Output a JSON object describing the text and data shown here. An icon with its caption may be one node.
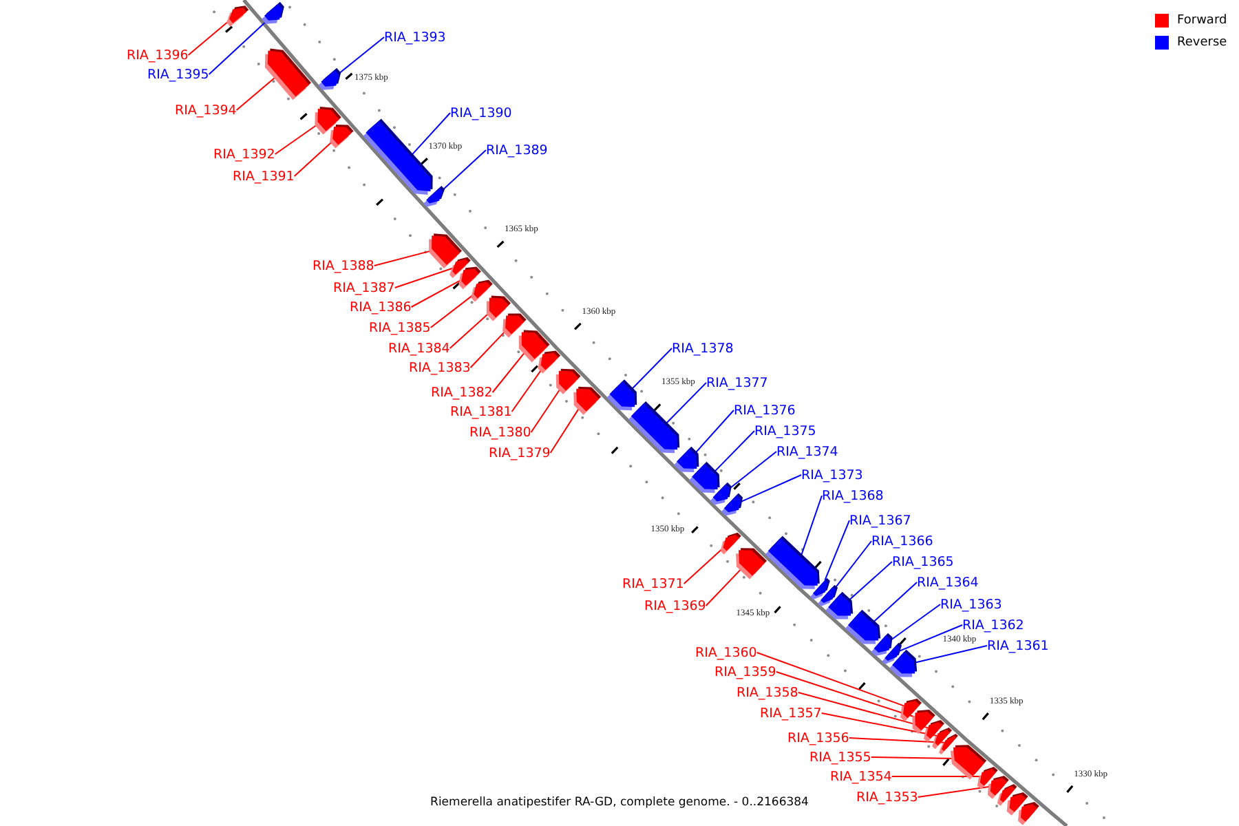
{
  "diagram": {
    "caption": "Riemerella anatipestifer RA-GD, complete genome. - 0..2166384",
    "nodes": [
      {
        "text": [
          "RIA_1396"
        ]
      },
      {
        "text": [],
        "shape": "bar"
      },
      {
        "text": [
          "RIA_1395"
        ]
      },
      {
        "text": [],
        "shape": "bar"
      },
      {
        "text": [
          "RIA_1394"
        ]
      },
      {
        "text": [],
        "shape": "bar"
      },
      {
        "text": [
          "RIA_1393"
        ]
      },
      {
        "text": [],
        "shape": "bar"
      },
      {
        "text": [
          "RIA_1392"
        ]
      },
      {
        "text": [],
        "shape": "bar"
      },
      {
        "text": [
          "RIA_1391"
        ]
      },
      {
        "text": [],
        "shape": "bar"
      },
      {
        "text": [
          "RIA_1390"
        ]
      },
      {
        "text": [],
        "shape": "bar"
      },
      {
        "text": [
          "RIA_1389"
        ]
      },
      {
        "text": [],
        "shape": "bar"
      },
      {
        "text": [
          "RIA_1388"
        ]
      },
      {
        "text": [],
        "shape": "bar"
      },
      {
        "text": [
          "RIA_1387"
        ]
      },
      {
        "text": [],
        "shape": "bar"
      },
      {
        "text": [
          "RIA_1386"
        ]
      },
      {
        "text": [],
        "shape": "bar"
      },
      {
        "text": [
          "RIA_1385"
        ]
      },
      {
        "text": [],
        "shape": "bar"
      },
      {
        "text": [
          "RIA_1384"
        ]
      },
      {
        "text": [],
        "shape": "bar"
      },
      {
        "text": [
          "RIA_1383"
        ]
      },
      {
        "text": [],
        "shape": "bar"
      },
      {
        "text": [
          "RIA_1382"
        ]
      },
      {
        "text": [],
        "shape": "bar"
      },
      {
        "text": [
          "RIA_1381"
        ]
      },
      {
        "text": [],
        "shape": "bar"
      },
      {
        "text": [
          "RIA_1380"
        ]
      },
      {
        "text": [],
        "shape": "bar"
      },
      {
        "text": [
          "RIA_1379"
        ]
      },
      {
        "text": [],
        "shape": "bar"
      },
      {
        "text": [
          "RIA_1378"
        ]
      },
      {
        "text": [],
        "shape": "bar"
      },
      {
        "text": [
          "RIA_1377"
        ]
      },
      {
        "text": [],
        "shape": "bar"
      },
      {
        "text": [
          "RIA_1376"
        ]
      },
      {
        "text": [],
        "shape": "bar"
      },
      {
        "text": [
          "RIA_1375"
        ]
      },
      {
        "text": [],
        "shape": "bar"
      },
      {
        "text": [
          "RIA_1374"
        ]
      },
      {
        "text": [],
        "shape": "bar"
      },
      {
        "text": [
          "RIA_1373"
        ]
      },
      {
        "text": [],
        "shape": "bar"
      },
      {
        "text": [
          "RIA_1371"
        ]
      },
      {
        "text": [],
        "shape": "bar"
      },
      {
        "text": [
          "RIA_1369"
        ]
      },
      {
        "text": [],
        "shape": "bar"
      },
      {
        "text": [
          "RIA_1368"
        ]
      },
      {
        "text": [],
        "shape": "bar"
      },
      {
        "text": [
          "RIA_1367"
        ]
      },
      {
        "text": [],
        "shape": "bar"
      },
      {
        "text": [
          "RIA_1366"
        ]
      },
      {
        "text": [],
        "shape": "bar"
      },
      {
        "text": [
          "RIA_1365"
        ]
      },
      {
        "text": [],
        "shape": "bar"
      },
      {
        "text": [
          "RIA_1364"
        ]
      },
      {
        "text": [],
        "shape": "bar"
      },
      {
        "text": [
          "RIA_1363"
        ]
      },
      {
        "text": [],
        "shape": "bar"
      },
      {
        "text": [
          "RIA_1362"
        ]
      },
      {
        "text": [],
        "shape": "bar"
      },
      {
        "text": [
          "RIA_1361"
        ]
      },
      {
        "text": [],
        "shape": "bar"
      },
      {
        "text": [
          "RIA_1360"
        ]
      },
      {
        "text": [],
        "shape": "bar"
      },
      {
        "text": [
          "RIA_1359"
        ]
      },
      {
        "text": [],
        "shape": "bar"
      },
      {
        "text": [
          "RIA_1358"
        ]
      },
      {
        "text": [],
        "shape": "bar"
      },
      {
        "text": [
          "RIA_1357"
        ]
      },
      {
        "text": [],
        "shape": "bar"
      },
      {
        "text": [
          "RIA_1356"
        ]
      },
      {
        "text": [],
        "shape": "bar"
      },
      {
        "text": [
          "RIA_1355"
        ]
      },
      {
        "text": [],
        "shape": "bar"
      },
      {
        "text": [
          "RIA_1354"
        ]
      },
      {
        "text": [],
        "shape": "bar"
      },
      {
        "text": [
          "RIA_1353"
        ]
      },
      {
        "text": [],
        "shape": "bar"
      },
      {
        "text": [],
        "shape": "bar"
      },
      {
        "text": [],
        "shape": "bar"
      },
      {
        "text": [],
        "shape": "bar"
      }
    ],
    "edges": [
      {
        "from": 0,
        "to": 1,
        "arrow": "none"
      },
      {
        "from": 2,
        "to": 3,
        "arrow": "none",
        "color": "#0000ff"
      },
      {
        "from": 4,
        "to": 5,
        "arrow": "none"
      },
      {
        "from": 6,
        "to": 7,
        "arrow": "none",
        "color": "#0000ff"
      },
      {
        "from": 8,
        "to": 9,
        "arrow": "none"
      },
      {
        "from": 10,
        "to": 11,
        "arrow": "none"
      },
      {
        "from": 12,
        "to": 13,
        "arrow": "none",
        "color": "#0000ff"
      },
      {
        "from": 14,
        "to": 15,
        "arrow": "none",
        "color": "#0000ff"
      },
      {
        "from": 16,
        "to": 17,
        "arrow": "none"
      },
      {
        "from": 18,
        "to": 19,
        "arrow": "none"
      },
      {
        "from": 20,
        "to": 21,
        "arrow": "none"
      },
      {
        "from": 22,
        "to": 23,
        "arrow": "none"
      },
      {
        "from": 24,
        "to": 25,
        "arrow": "none"
      },
      {
        "from": 26,
        "to": 27,
        "arrow": "none"
      },
      {
        "from": 28,
        "to": 29,
        "arrow": "none"
      },
      {
        "from": 30,
        "to": 31,
        "arrow": "none"
      },
      {
        "from": 32,
        "to": 33,
        "arrow": "none"
      },
      {
        "from": 34,
        "to": 35,
        "arrow": "none"
      },
      {
        "from": 36,
        "to": 37,
        "arrow": "none",
        "color": "#0000ff"
      },
      {
        "from": 38,
        "to": 39,
        "arrow": "none",
        "color": "#0000ff"
      },
      {
        "from": 40,
        "to": 41,
        "arrow": "none",
        "color": "#0000ff"
      },
      {
        "from": 42,
        "to": 43,
        "arrow": "none",
        "color": "#0000ff"
      },
      {
        "from": 44,
        "to": 45,
        "arrow": "none",
        "color": "#0000ff"
      },
      {
        "from": 46,
        "to": 47,
        "arrow": "none",
        "color": "#0000ff"
      },
      {
        "from": 48,
        "to": 49,
        "arrow": "none"
      },
      {
        "from": 50,
        "to": 51,
        "arrow": "none"
      },
      {
        "from": 52,
        "to": 53,
        "arrow": "none",
        "color": "#0000ff"
      },
      {
        "from": 54,
        "to": 55,
        "arrow": "none",
        "color": "#0000ff"
      },
      {
        "from": 56,
        "to": 57,
        "arrow": "none",
        "color": "#0000ff"
      },
      {
        "from": 58,
        "to": 59,
        "arrow": "none",
        "color": "#0000ff"
      },
      {
        "from": 60,
        "to": 61,
        "arrow": "none",
        "color": "#0000ff"
      },
      {
        "from": 62,
        "to": 63,
        "arrow": "none",
        "color": "#0000ff"
      },
      {
        "from": 64,
        "to": 65,
        "arrow": "none",
        "color": "#0000ff"
      },
      {
        "from": 66,
        "to": 67,
        "arrow": "none",
        "color": "#0000ff"
      },
      {
        "from": 68,
        "to": 69,
        "arrow": "none"
      },
      {
        "from": 70,
        "to": 71,
        "arrow": "none"
      },
      {
        "from": 72,
        "to": 73,
        "arrow": "none"
      },
      {
        "from": 74,
        "to": 75,
        "arrow": "none"
      },
      {
        "from": 76,
        "to": 77,
        "arrow": "none"
      },
      {
        "from": 78,
        "to": 79,
        "arrow": "none"
      },
      {
        "from": 80,
        "to": 81,
        "arrow": "none"
      },
      {
        "from": 82,
        "to": 83,
        "arrow": "none"
      }
    ],
    "labels": [
      "1375 kbp",
      "1370 kbp",
      "1365 kbp",
      "1360 kbp",
      "1355 kbp",
      "1350 kbp",
      "1345 kbp",
      "1340 kbp",
      "1335 kbp",
      "1330 kbp"
    ],
    "legend": [
      {
        "text": "Forward",
        "color": "#ff0000"
      },
      {
        "text": "Reverse",
        "color": "#0000ff"
      }
    ]
  }
}
